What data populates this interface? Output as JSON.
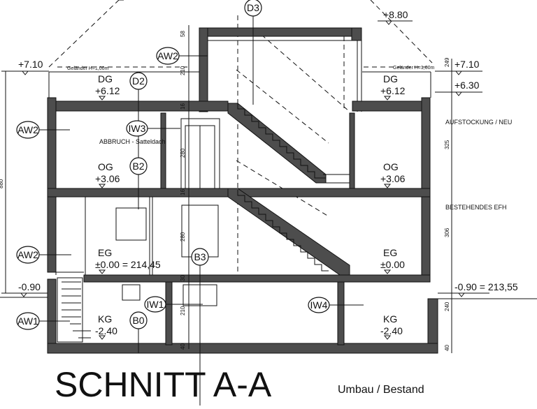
{
  "title": "SCHNITT A-A",
  "subtitle": "Umbau / Bestand",
  "side_notes": {
    "upper": "AUFSTOCKUNG / NEU",
    "lower": "BESTEHENDES EFH"
  },
  "grid_markers": {
    "d3": "D3",
    "d2": "D2",
    "b2": "B2",
    "b3": "B3",
    "b0": "B0"
  },
  "wall_tags": {
    "aw2_top": "AW2",
    "aw2_dg": "AW2",
    "aw2_eg": "AW2",
    "aw1": "AW1",
    "iw3": "IW3",
    "iw1": "IW1",
    "iw4": "IW4"
  },
  "notes": {
    "demolition": "ABBRUCH - Satteldach",
    "railing_left": "Geländer H=1,00m",
    "railing_right": "Geländer H=1,00m"
  },
  "levels": {
    "top": "+8.80",
    "left_710": "+7.10",
    "right_710": "+7.10",
    "right_630": "+6.30",
    "dg_left_name": "DG",
    "dg_left": "+6.12",
    "dg_right_name": "DG",
    "dg_right": "+6.12",
    "og_left_name": "OG",
    "og_left": "+3.06",
    "og_right_name": "OG",
    "og_right": "+3.06",
    "eg_left_name": "EG",
    "eg_left": "±0.00 = 214,45",
    "eg_right_name": "EG",
    "eg_right": "±0.00",
    "ext_left": "-0.90",
    "ext_right": "-0.90 = 213,55",
    "kg_left_name": "KG",
    "kg_left": "-2.40",
    "kg_right_name": "KG",
    "kg_right": "-2.40"
  },
  "dimensions": {
    "d58": "58",
    "d210_top": "210",
    "d16_top": "16",
    "d280_og": "280",
    "d16_mid": "16",
    "d280_eg": "280",
    "d30": "30",
    "d210_kg": "210",
    "d40_kg": "40",
    "d249": "249",
    "d325": "325",
    "d306": "306",
    "d240": "240",
    "d40_right": "40",
    "d_left": "880"
  }
}
